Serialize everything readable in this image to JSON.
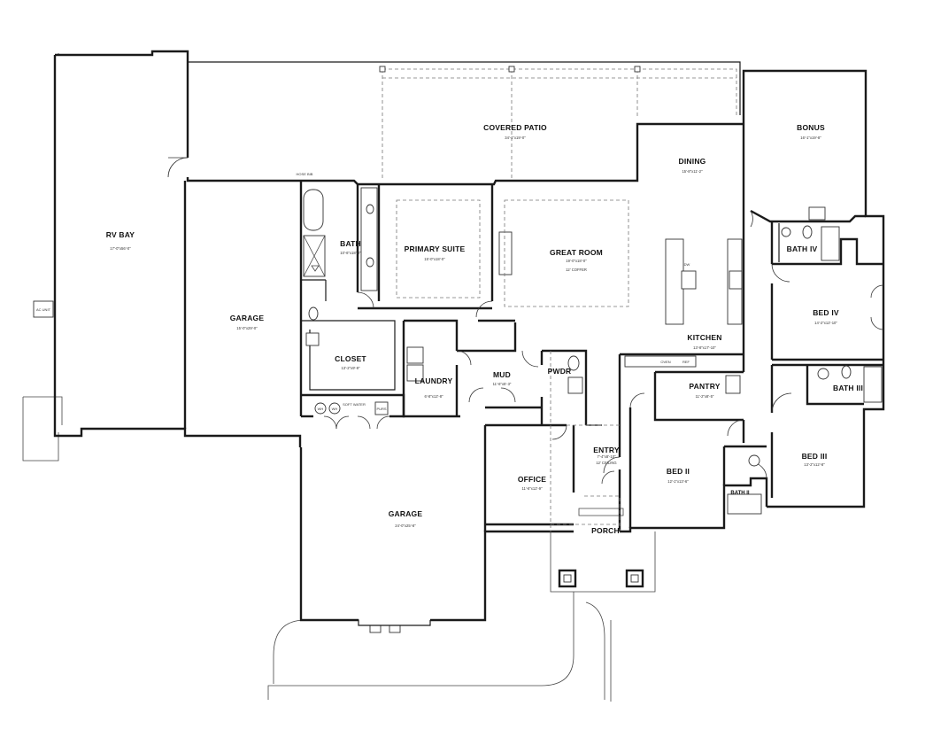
{
  "rooms": {
    "rv_bay": {
      "name": "RV BAY",
      "dim": "17'-0\"x56'-0\""
    },
    "covered_patio": {
      "name": "COVERED PATIO",
      "dim": "34'-1\"x19'-0\""
    },
    "bonus": {
      "name": "BONUS",
      "dim": "16'-1\"x19'-8\""
    },
    "dining": {
      "name": "DINING",
      "dim": "15'-8\"x11'-2\""
    },
    "bath": {
      "name": "BATH",
      "dim": "10'-6\"x18'-0\""
    },
    "primary_suite": {
      "name": "PRIMARY SUITE",
      "dim": "15'-0\"x18'-0\""
    },
    "great_room": {
      "name": "GREAT ROOM",
      "dim": "19'-0\"x18'-0\"",
      "note": "12' COFFER"
    },
    "bath_iv": {
      "name": "BATH IV"
    },
    "garage_main": {
      "name": "GARAGE",
      "dim": "15'-0\"x29'-0\""
    },
    "bed_iv": {
      "name": "BED IV",
      "dim": "14'-2\"x12'-10\""
    },
    "kitchen": {
      "name": "KITCHEN",
      "dim": "13'-8\"x17'-10\""
    },
    "closet": {
      "name": "CLOSET",
      "dim": "13'-2\"x9'-9\""
    },
    "pwdr": {
      "name": "PWDR"
    },
    "mud": {
      "name": "MUD",
      "dim": "11'-6\"x5'-3\""
    },
    "laundry": {
      "name": "LAUNDRY",
      "dim": "6'-8\"x12'-8\""
    },
    "pantry": {
      "name": "PANTRY",
      "dim": "11'-2\"x8'-5\""
    },
    "bath_iii": {
      "name": "BATH III"
    },
    "entry": {
      "name": "ENTRY",
      "dim": "7'-4\"x8'-10\"",
      "note": "12' CEILING"
    },
    "bed_iii": {
      "name": "BED III",
      "dim": "13'-2\"x12'-8\""
    },
    "office": {
      "name": "OFFICE",
      "dim": "11'-6\"x12'-9\""
    },
    "bed_ii": {
      "name": "BED II",
      "dim": "12'-1\"x13'-6\""
    },
    "bath_ii": {
      "name": "BATH II"
    },
    "garage_lower": {
      "name": "GARAGE",
      "dim": "24'-0\"x25'-8\""
    },
    "porch": {
      "name": "PORCH"
    }
  },
  "labels": {
    "ac_unit": "AC UNIT",
    "hose_bib": "HOSE BIB",
    "oven": "OVEN",
    "ref": "REF",
    "dw": "DW",
    "wh1": "WH",
    "wh2": "WH",
    "soft_water": "SOFT WATER",
    "purs": "PURS"
  }
}
